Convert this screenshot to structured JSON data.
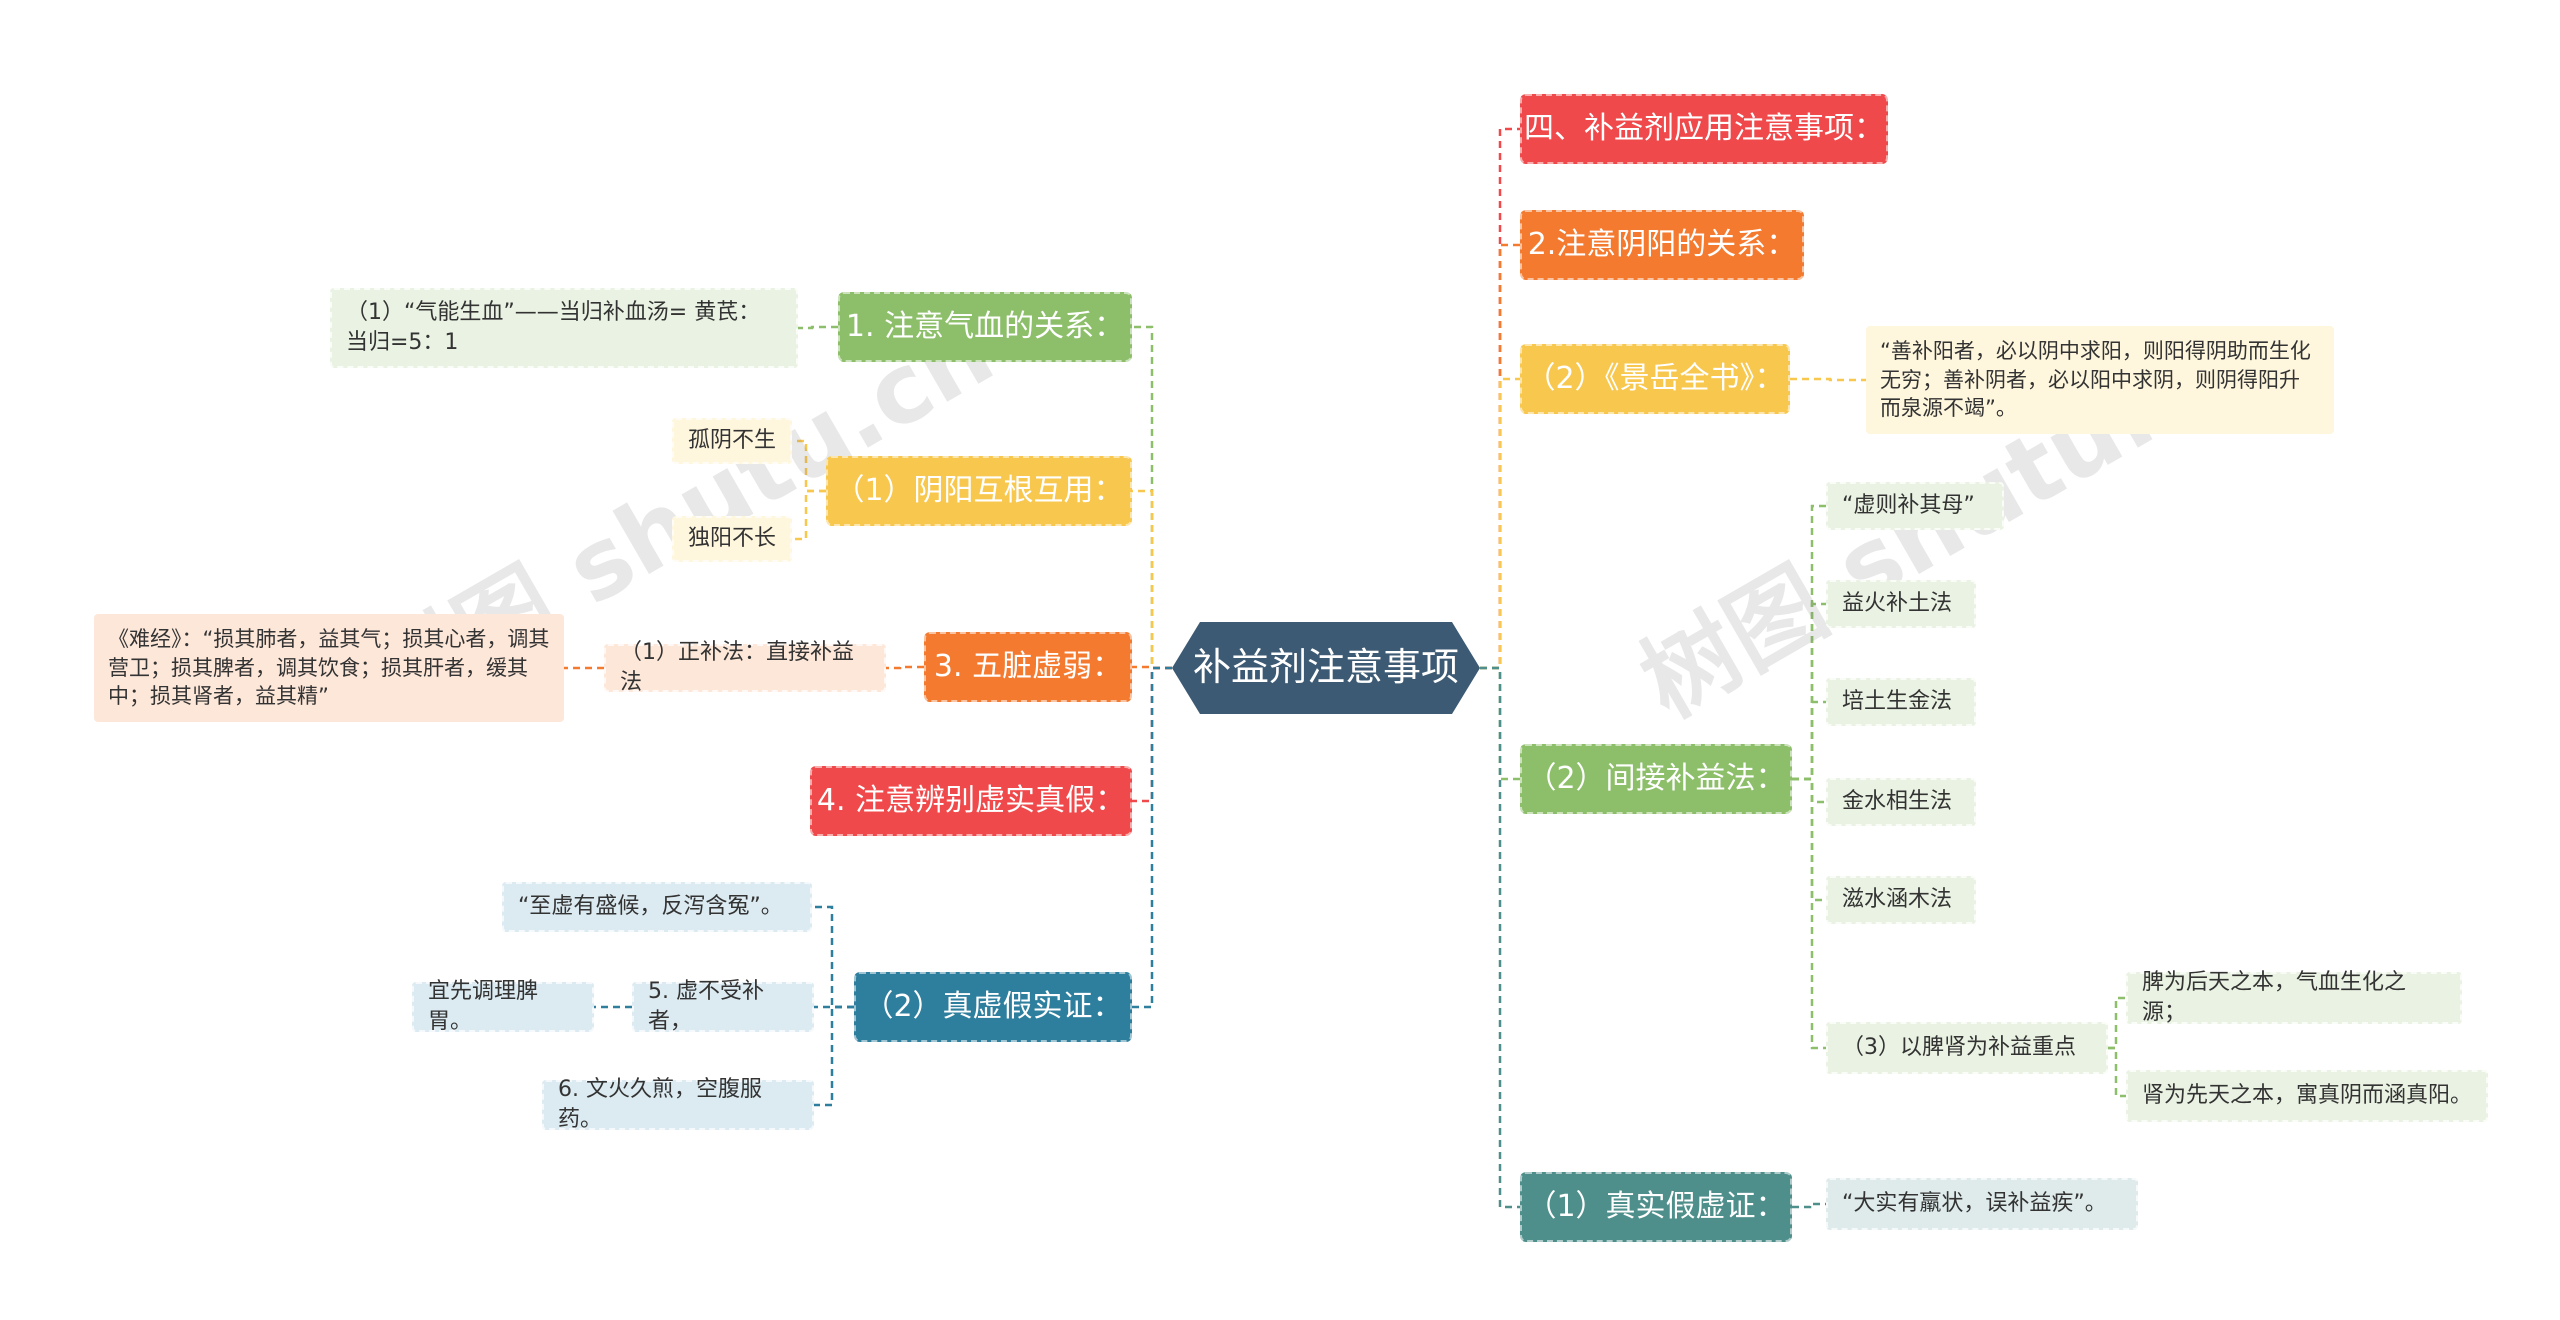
{
  "root": {
    "label": "补益剂注意事项",
    "color": "#3C5A73"
  },
  "watermark": "树图 shutu.cn",
  "left": [
    {
      "label": "1. 注意气血的关系：",
      "color": "#8DBF6A",
      "children": [
        {
          "label": "（1）“气能生血”——当归补血汤= 黄芪：当归=5：1",
          "bg": "#EAF3E3"
        }
      ]
    },
    {
      "label": "（1）阴阳互根互用：",
      "color": "#F8C74E",
      "children": [
        {
          "label": "孤阴不生",
          "bg": "#FEF6DD"
        },
        {
          "label": "独阳不长",
          "bg": "#FEF6DD"
        }
      ]
    },
    {
      "label": "3. 五脏虚弱：",
      "color": "#F47A2F",
      "children": [
        {
          "label": "（1）正补法：直接补益法",
          "bg": "#FDE7D9",
          "children": [
            {
              "label": "《难经》：“损其肺者，益其气；损其心者，调其营卫；损其脾者，调其饮食；损其肝者，缓其中；损其肾者，益其精”",
              "bg": "#FDE7D9"
            }
          ]
        }
      ]
    },
    {
      "label": "4. 注意辨别虚实真假：",
      "color": "#F0494B",
      "children": []
    },
    {
      "label": "（2）真虚假实证：",
      "color": "#2E7E9E",
      "children": [
        {
          "label": "“至虚有盛候，反泻含冤”。",
          "bg": "#DCEBF2"
        },
        {
          "label": "5. 虚不受补者，",
          "bg": "#DCEBF2",
          "children": [
            {
              "label": "宜先调理脾胃。",
              "bg": "#DCEBF2"
            }
          ]
        },
        {
          "label": "6. 文火久煎，空腹服药。",
          "bg": "#DCEBF2"
        }
      ]
    }
  ],
  "right": [
    {
      "label": "四、补益剂应用注意事项：",
      "color": "#F0494B",
      "children": []
    },
    {
      "label": "2.注意阴阳的关系：",
      "color": "#F47A2F",
      "children": []
    },
    {
      "label": "（2）《景岳全书》：",
      "color": "#F8C74E",
      "children": [
        {
          "label": "“善补阳者，必以阴中求阳，则阳得阴助而生化无穷；善补阴者，必以阳中求阴，则阴得阳升而泉源不竭”。",
          "bg": "#FEF6DD"
        }
      ]
    },
    {
      "label": "（2）间接补益法：",
      "color": "#8DBF6A",
      "children": [
        {
          "label": "“虚则补其母”",
          "bg": "#EAF3E3"
        },
        {
          "label": "益火补土法",
          "bg": "#EAF3E3"
        },
        {
          "label": "培土生金法",
          "bg": "#EAF3E3"
        },
        {
          "label": "金水相生法",
          "bg": "#EAF3E3"
        },
        {
          "label": "滋水涵木法",
          "bg": "#EAF3E3"
        },
        {
          "label": "（3）以脾肾为补益重点",
          "bg": "#EAF3E3",
          "children": [
            {
              "label": "脾为后天之本，气血生化之源；",
              "bg": "#EAF3E3"
            },
            {
              "label": "肾为先天之本，寓真阴而涵真阳。",
              "bg": "#EAF3E3"
            }
          ]
        }
      ]
    },
    {
      "label": "（1）真实假虚证：",
      "color": "#4E8F8C",
      "children": [
        {
          "label": "“大实有羸状，误补益疾”。",
          "bg": "#DFEBEB"
        }
      ]
    }
  ]
}
